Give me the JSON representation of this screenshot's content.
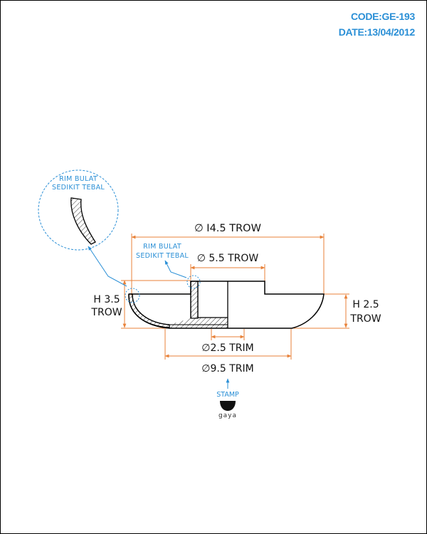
{
  "header": {
    "code": "CODE:GE-193",
    "date": "DATE:13/04/2012"
  },
  "dimensions": {
    "outer_diameter": "∅ I4.5 TROW",
    "inner_diameter": "∅ 5.5 TROW",
    "hole_diameter": "∅2.5 TRIM",
    "base_diameter": "∅9.5 TRIM",
    "height_left_line1": "H 3.5",
    "height_left_line2": "TROW",
    "height_right_line1": "H 2.5",
    "height_right_line2": "TROW"
  },
  "notes": {
    "detail_line1": "RIM BULAT",
    "detail_line2": "SEDIKIT TEBAL",
    "callout_line1": "RIM BULAT",
    "callout_line2": "SEDIKIT TEBAL"
  },
  "stamp": {
    "label": "STAMP",
    "mark": "gaya"
  },
  "colors": {
    "dimension": "#e8823a",
    "annotation": "#2a8fd6",
    "outline": "#000000"
  }
}
